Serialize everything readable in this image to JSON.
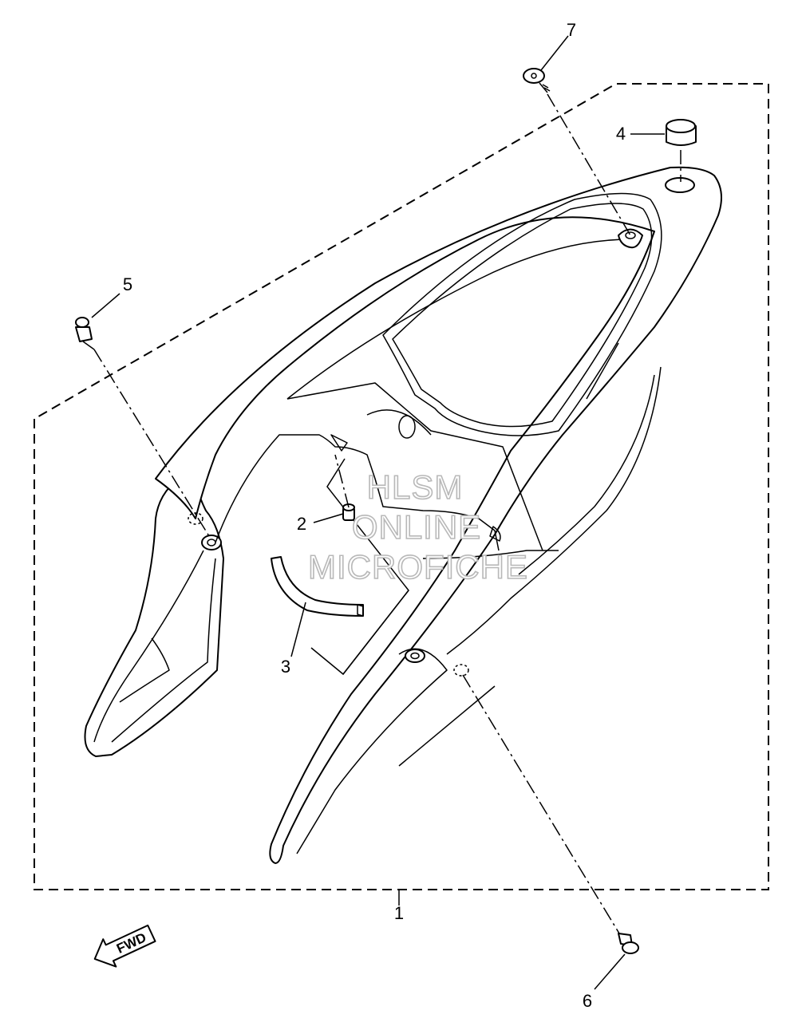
{
  "diagram": {
    "watermark": {
      "line1": "HLSM",
      "line2": "ONLINE",
      "line3": "MICROFICHE"
    },
    "direction_label": "FWD",
    "callouts": [
      {
        "id": "1",
        "label": "1"
      },
      {
        "id": "2",
        "label": "2"
      },
      {
        "id": "3",
        "label": "3"
      },
      {
        "id": "4",
        "label": "4"
      },
      {
        "id": "5",
        "label": "5"
      },
      {
        "id": "6",
        "label": "6"
      },
      {
        "id": "7",
        "label": "7"
      }
    ]
  }
}
